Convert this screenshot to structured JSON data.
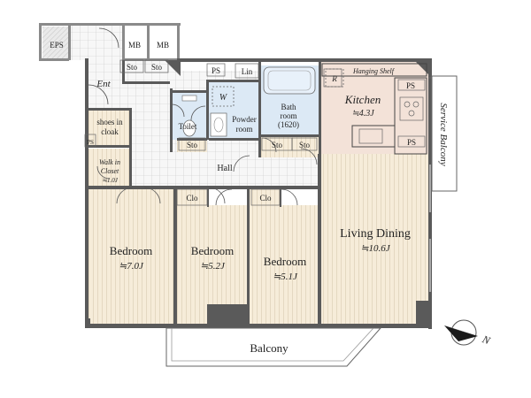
{
  "rooms": {
    "eps": "EPS",
    "mb1": "MB",
    "mb2": "MB",
    "ent": "Ent",
    "sto_entry_1": "Sto",
    "sto_entry_2": "Sto",
    "shoes_line1": "shoes in",
    "shoes_line2": "cloak",
    "ps_left": "PS",
    "walk_in_line1": "Walk in",
    "walk_in_line2": "Closet",
    "walk_in_area": "≒1.0J",
    "ps_top": "PS",
    "lin": "Lin",
    "w": "W",
    "toilet": "Toilet",
    "powder_line1": "Powder",
    "powder_line2": "room",
    "bath_line1": "Bath",
    "bath_line2": "room",
    "bath_line3": "(1620)",
    "sto_toilet": "Sto",
    "sto_hall_1": "Sto",
    "sto_hall_2": "Sto",
    "hall": "Hall",
    "refrigerator": "R",
    "hanging_shelf": "Hanging Shelf",
    "kitchen": "Kitchen",
    "kitchen_area": "≒4.3J",
    "ps_kitchen_1": "PS",
    "ps_kitchen_2": "PS",
    "service_balcony": "Service Balcony",
    "clo_1": "Clo",
    "clo_2": "Clo",
    "bedroom_1": "Bedroom",
    "bedroom_1_area": "≒7.0J",
    "bedroom_2": "Bedroom",
    "bedroom_2_area": "≒5.2J",
    "bedroom_3": "Bedroom",
    "bedroom_3_area": "≒5.1J",
    "living": "Living Dining",
    "living_area": "≒10.6J",
    "balcony": "Balcony"
  },
  "compass": {
    "label": "N"
  },
  "colors": {
    "wood_floor": "#f6ecd9",
    "wood_stripe": "#e2d6bf",
    "wet_area": "#dce9f5",
    "kitchen_floor": "#f3e2d8",
    "tile": "#f4f4f4",
    "wall": "#5a5a5a"
  }
}
